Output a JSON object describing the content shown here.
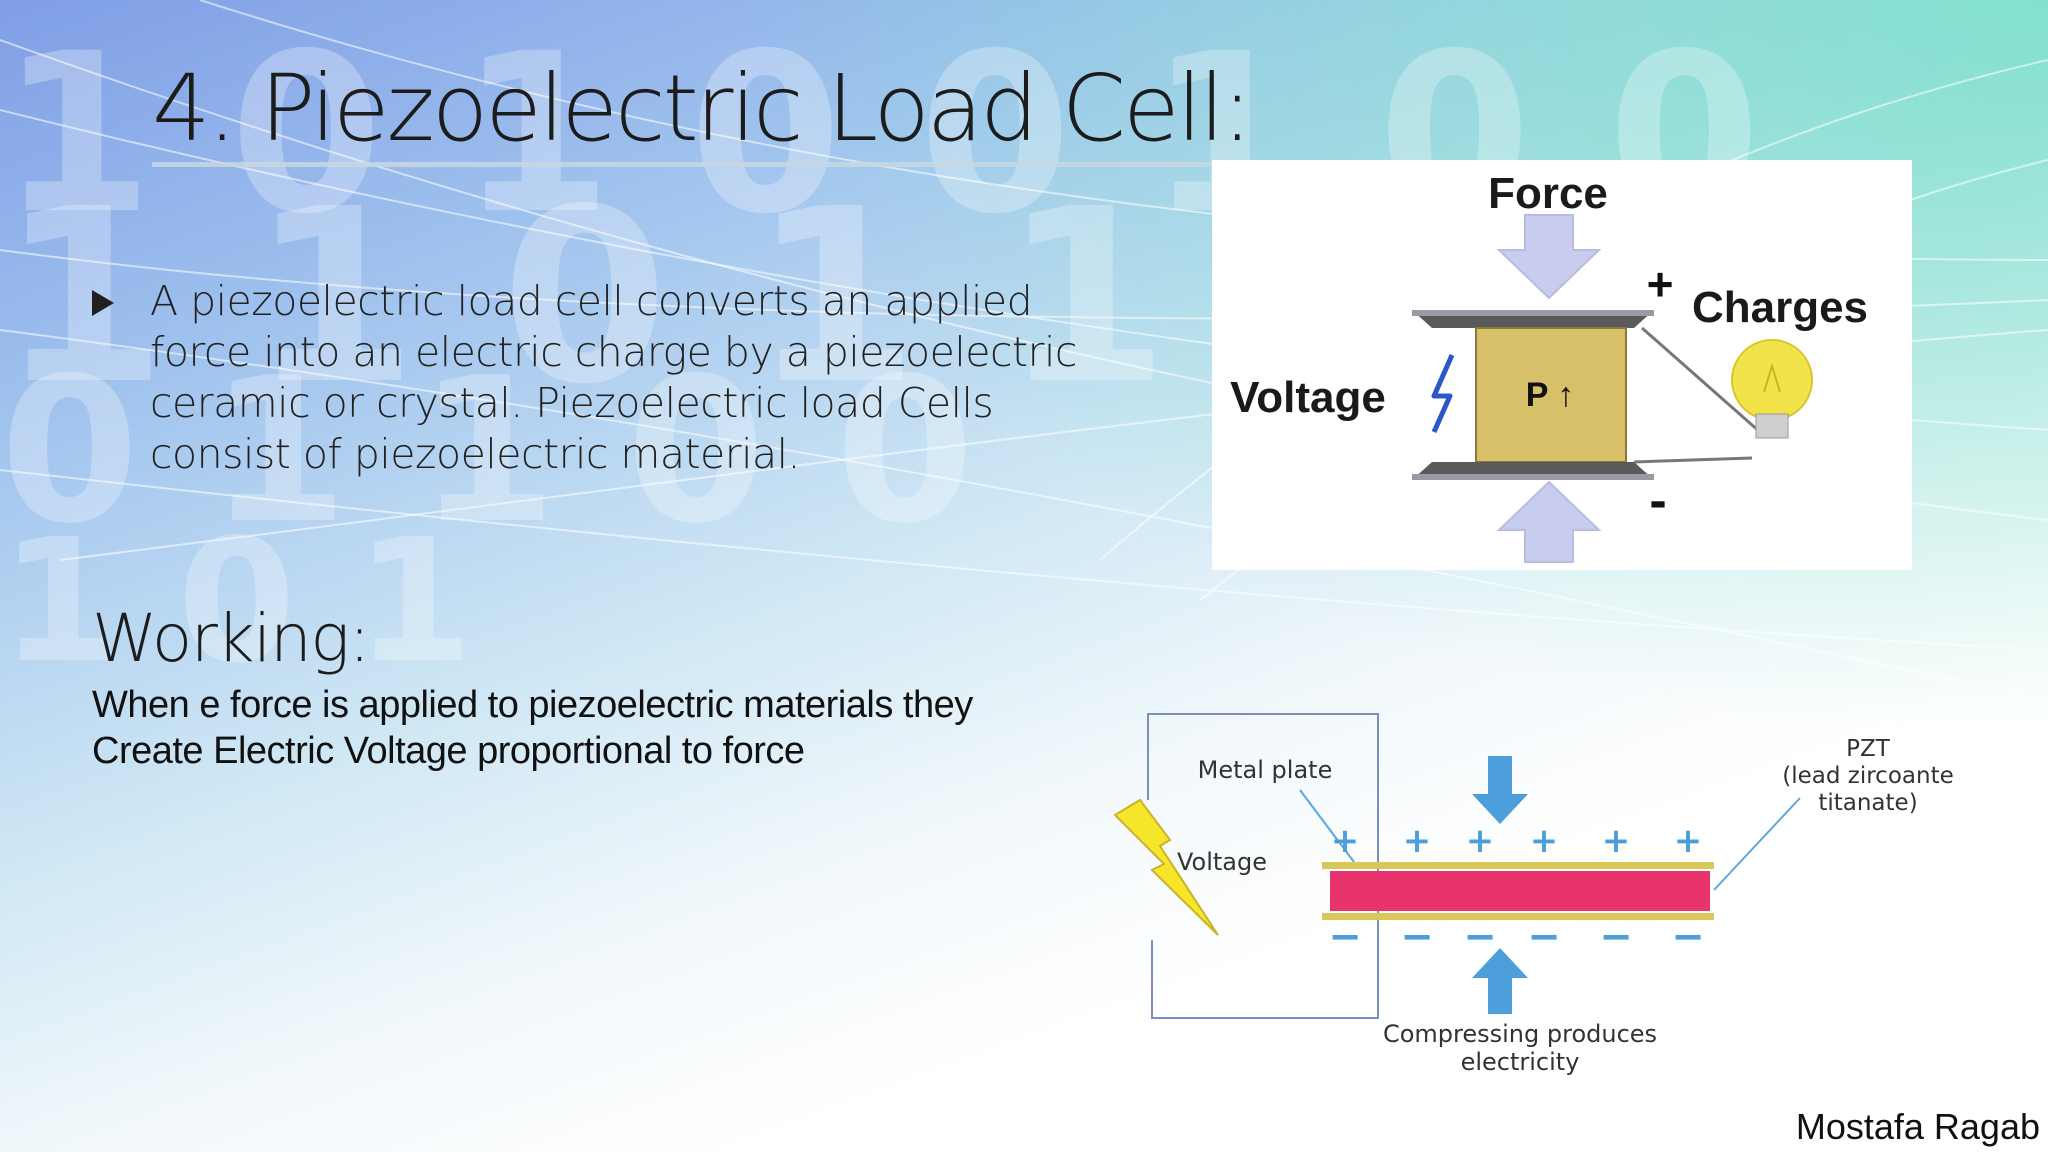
{
  "slide": {
    "title": "4. Piezoelectric Load Cell:",
    "bullet": "A piezoelectric load cell converts an applied force into an electric charge by a piezoelectric ceramic or crystal. Piezoelectric load Cells consist of piezoelectric material.",
    "working_heading": "Working:",
    "working_text": "When e force is applied to piezoelectric materials they Create Electric Voltage proportional to force",
    "author": "Mostafa Ragab"
  },
  "figure1": {
    "force_label": "Force",
    "plus_sign": "+",
    "charges_label": "Charges",
    "voltage_label": "Voltage",
    "polarization_label": "P ↑",
    "minus_sign": "-"
  },
  "figure2": {
    "metal_plate_label": "Metal plate",
    "voltage_label": "Voltage",
    "pzt_label_line1": "PZT",
    "pzt_label_line2": "(lead zircoante",
    "pzt_label_line3": "titanate)",
    "compress_label_line1": "Compressing produces",
    "compress_label_line2": "electricity",
    "plus_sign": "+",
    "minus_sign": "−"
  },
  "background": {
    "digits_row1": "1 0 1 0 0 1 0 0",
    "digits_row2": "1 1 0 1 1 1 0",
    "digits_row3": "0 1 1 0 0",
    "digits_row4": "1 0 1"
  },
  "colors": {
    "pzt_fill": "#e8336d",
    "electrode": "#d9c75a",
    "arrow_blue": "#4d9fdc",
    "bolt_yellow": "#f5e62a",
    "crystal_fill": "#d8c06a",
    "force_arrow": "#c8cdf0"
  }
}
